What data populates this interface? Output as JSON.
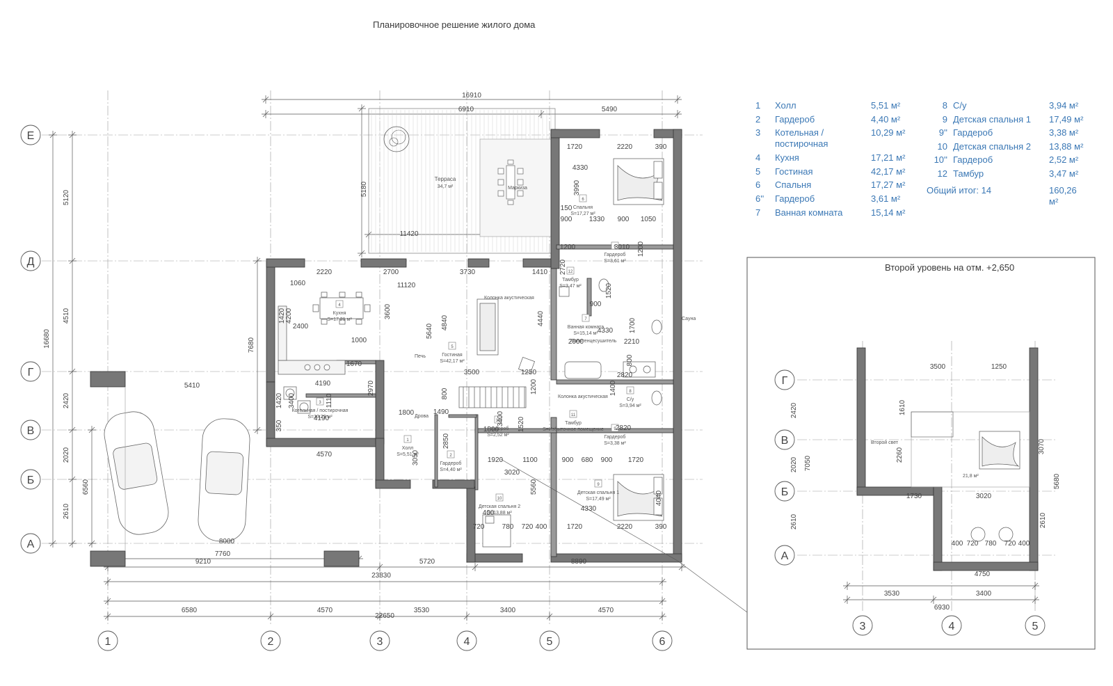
{
  "title": "Планировочное решение жилого дома",
  "second_level_title": "Второй уровень на отм. +2,650",
  "legend_left": [
    {
      "num": "1",
      "name": "Холл",
      "area": "5,51 м²"
    },
    {
      "num": "2",
      "name": "Гардероб",
      "area": "4,40 м²"
    },
    {
      "num": "3",
      "name": "Котельная / постирочная",
      "area": "10,29 м²"
    },
    {
      "num": "4",
      "name": "Кухня",
      "area": "17,21 м²"
    },
    {
      "num": "5",
      "name": "Гостиная",
      "area": "42,17 м²"
    },
    {
      "num": "6",
      "name": "Спальня",
      "area": "17,27 м²"
    },
    {
      "num": "6''",
      "name": "Гардероб",
      "area": "3,61 м²"
    },
    {
      "num": "7",
      "name": "Ванная комната",
      "area": "15,14 м²"
    }
  ],
  "legend_right": [
    {
      "num": "8",
      "name": "С/у",
      "area": "3,94 м²"
    },
    {
      "num": "9",
      "name": "Детская спальня 1",
      "area": "17,49 м²"
    },
    {
      "num": "9''",
      "name": "Гардероб",
      "area": "3,38 м²"
    },
    {
      "num": "10",
      "name": "Детская спальня 2",
      "area": "13,88 м²"
    },
    {
      "num": "10''",
      "name": "Гардероб",
      "area": "2,52 м²"
    },
    {
      "num": "12",
      "name": "Тамбур",
      "area": "3,47 м²"
    }
  ],
  "legend_total": {
    "label": "Общий итог: 14",
    "area": "160,26 м²"
  },
  "axes_letters": [
    "Е",
    "Д",
    "Г",
    "В",
    "Б",
    "А"
  ],
  "axes_numbers": [
    "1",
    "2",
    "3",
    "4",
    "5",
    "6"
  ],
  "axes_numbers_second": [
    "3",
    "4",
    "5"
  ],
  "axes_letters_second": [
    "Г",
    "В",
    "Б",
    "А"
  ],
  "dims_bottom_total": "22650",
  "dims_bottom": [
    "6580",
    "4570",
    "3530",
    "3400",
    "4570"
  ],
  "dims_bottom_second": [
    "3530",
    "3400"
  ],
  "dims_bottom_second_total": "6930",
  "dims_left": [
    "5120",
    "4510",
    "2420",
    "2020",
    "2610"
  ],
  "dims_left_total": "16680",
  "dims_left_group": [
    "7680",
    "6560"
  ],
  "dims_top_total": "16910",
  "dims_top": [
    "6910",
    "5490"
  ],
  "dims_row_23830": "23830",
  "dims_row_9210": "9210",
  "dims_row_5720": "5720",
  "dims_row_8890": "8890",
  "dims_row_7760": "7760",
  "dims_row_8000": "8000",
  "dims_row_5410": "5410",
  "dims_row_4570": "4570",
  "dims_terrace": "11420",
  "dims_terrace_h": "5180",
  "dims_misc": {
    "d1720a": "1720",
    "d2220a": "2220",
    "d390a": "390",
    "d4330a": "4330",
    "d3990": "3990",
    "d150": "150",
    "d900a": "900",
    "d1330": "1330",
    "d900b": "900",
    "d1050": "1050",
    "d1200a": "1200",
    "d3010": "3010",
    "d1200b": "1200",
    "d2220b": "2220",
    "d1060": "1060",
    "d2700": "2700",
    "d3730": "3730",
    "d1410": "1410",
    "d11120": "11120",
    "d1420a": "1420",
    "d4200": "4200",
    "d2400": "2400",
    "d3600": "3600",
    "d5640": "5640",
    "d4840": "4840",
    "d4440": "4440",
    "d2720": "2720",
    "d1520a": "1520",
    "d900c": "900",
    "d4330b": "4330",
    "d1700": "1700",
    "d2000": "2000",
    "d2210": "2210",
    "d800a": "800",
    "d1000": "1000",
    "d1670": "1670",
    "d3500": "3500",
    "d1250": "1250",
    "d1200c": "1200",
    "d4190": "4190",
    "d2970": "2970",
    "d1420b": "1420",
    "d3400": "3400",
    "d1110": "1110",
    "d350": "350",
    "d4190b": "4190",
    "d1800": "1800",
    "d800b": "800",
    "d2850": "2850",
    "d3050": "3050",
    "d1490": "1490",
    "d1520b": "1520",
    "d3400b": "3400",
    "d1800b": "1800",
    "d2820a": "2820",
    "d1400": "1400",
    "d2820b": "2820",
    "d1920": "1920",
    "d1100": "1100",
    "d3020": "3020",
    "d5560": "5560",
    "d900d": "900",
    "d680": "680",
    "d900e": "900",
    "d1720b": "1720",
    "d4330c": "4330",
    "d4040": "4040",
    "d400a": "400",
    "d720a": "720",
    "d780": "780",
    "d720b": "720",
    "d400b": "400",
    "d1720c": "1720",
    "d2220c": "2220",
    "d390b": "390",
    "d7680": "7680"
  },
  "rooms": [
    {
      "id": "r-terrace",
      "name": "Терраса",
      "area": "34,7 м²"
    },
    {
      "id": "r-markiza",
      "name": "Маркиза",
      "area": ""
    },
    {
      "id": "r-bed",
      "num": "6",
      "name": "Спальня",
      "area": "S=17,27 м²"
    },
    {
      "id": "r-wardrobe6",
      "num": "6",
      "name": "Гардероб",
      "area": "S=3,61 м²"
    },
    {
      "id": "r-tambur",
      "num": "12",
      "name": "Тамбур",
      "area": "S=3,47 м²"
    },
    {
      "id": "r-kitchen",
      "num": "4",
      "name": "Кухня",
      "area": "S=17,21 м²"
    },
    {
      "id": "r-living",
      "num": "5",
      "name": "Гостиная",
      "area": "S=42,17 м²"
    },
    {
      "id": "r-bath",
      "num": "7",
      "name": "Ванная комната",
      "area": "S=15,14 м²"
    },
    {
      "id": "r-boiler",
      "num": "3",
      "name": "Котельная / постирочная",
      "area": "S=10,29 м²"
    },
    {
      "id": "r-hall",
      "num": "1",
      "name": "Холл",
      "area": "S=5,51 м²"
    },
    {
      "id": "r-wardrobe2",
      "num": "2",
      "name": "Гардероб",
      "area": "S=4,40 м²"
    },
    {
      "id": "r-wardrobe10",
      "num": "10",
      "name": "Гардероб",
      "area": "S=2,52 м²"
    },
    {
      "id": "r-wc",
      "num": "8",
      "name": "С/у",
      "area": "S=3,94 м²"
    },
    {
      "id": "r-tambur2",
      "num": "11",
      "name": "Тамбур",
      "area": "S=Избыточное помещение"
    },
    {
      "id": "r-wardrobe9",
      "num": "9",
      "name": "Гардероб",
      "area": "S=3,38 м²"
    },
    {
      "id": "r-child2",
      "num": "10",
      "name": "Детская спальня 2",
      "area": "S=13,88 м²"
    },
    {
      "id": "r-child1",
      "num": "9",
      "name": "Детская спальня 1",
      "area": "S=17,49 м²"
    }
  ],
  "labels": {
    "column1": "Колонка акустическая",
    "column2": "Колонка акустическая",
    "towel": "Полотенцесушитель",
    "sauna": "Сауна",
    "stove": "Печь",
    "firewood": "Дрова",
    "second_light": "Второй свет",
    "second_area": "21,8 м²",
    "sec_d3500": "3500",
    "sec_d1250": "1250",
    "sec_d2420": "2420",
    "sec_d2020": "2020",
    "sec_d2610": "2610",
    "sec_d7050": "7050",
    "sec_d1610": "1610",
    "sec_d2260": "2260",
    "sec_d3070": "3070",
    "sec_d5680": "5680",
    "sec_d2610b": "2610",
    "sec_d1730": "1730",
    "sec_d3020": "3020",
    "sec_d400a": "400",
    "sec_d720a": "720",
    "sec_d780": "780",
    "sec_d720b": "720",
    "sec_d400b": "400",
    "sec_d4750": "4750"
  },
  "colors": {
    "accent": "#3b78b5",
    "wall": "#7a7a7a",
    "line": "#555555"
  }
}
